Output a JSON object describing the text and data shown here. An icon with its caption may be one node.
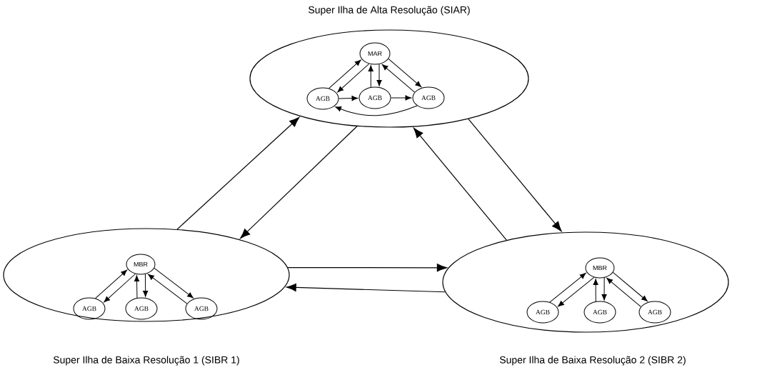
{
  "diagram": {
    "nodes": [
      {
        "text": [
          "Super Ilha de Alta Resolução (SIAR)"
        ]
      },
      {
        "text": [
          "MAR"
        ],
        "in": 0
      },
      {
        "text": [
          "AGB"
        ],
        "in": 0
      },
      {
        "text": [
          "AGB"
        ],
        "in": 0
      },
      {
        "text": [
          "AGB"
        ],
        "in": 0
      },
      {
        "text": [
          "Super Ilha de Baixa Resolução 1 (SIBR 1)"
        ]
      },
      {
        "text": [
          "MBR"
        ],
        "in": 5
      },
      {
        "text": [
          "AGB"
        ],
        "in": 5
      },
      {
        "text": [
          "AGB"
        ],
        "in": 5
      },
      {
        "text": [
          "AGB"
        ],
        "in": 5
      },
      {
        "text": [
          "Super Ilha de Baixa Resolução 2 (SIBR 2)"
        ]
      },
      {
        "text": [
          "MBR"
        ],
        "in": 10
      },
      {
        "text": [
          "AGB"
        ],
        "in": 10
      },
      {
        "text": [
          "AGB"
        ],
        "in": 10
      },
      {
        "text": [
          "AGB"
        ],
        "in": 10
      }
    ],
    "edges": [
      {
        "from": 2,
        "to": 1,
        "arrow": "to"
      },
      {
        "from": 1,
        "to": 2,
        "arrow": "to"
      },
      {
        "from": 1,
        "to": 3,
        "arrow": "to"
      },
      {
        "from": 3,
        "to": 1,
        "arrow": "to"
      },
      {
        "from": 1,
        "to": 4,
        "arrow": "to"
      },
      {
        "from": 4,
        "to": 1,
        "arrow": "to"
      },
      {
        "from": 2,
        "to": 3,
        "arrow": "to"
      },
      {
        "from": 3,
        "to": 4,
        "arrow": "to"
      },
      {
        "from": 4,
        "to": 2,
        "arrow": "to"
      },
      {
        "from": 7,
        "to": 6,
        "arrow": "to"
      },
      {
        "from": 6,
        "to": 7,
        "arrow": "to"
      },
      {
        "from": 6,
        "to": 8,
        "arrow": "to"
      },
      {
        "from": 8,
        "to": 6,
        "arrow": "to"
      },
      {
        "from": 6,
        "to": 9,
        "arrow": "to"
      },
      {
        "from": 9,
        "to": 6,
        "arrow": "to"
      },
      {
        "from": 12,
        "to": 11,
        "arrow": "to"
      },
      {
        "from": 11,
        "to": 12,
        "arrow": "to"
      },
      {
        "from": 11,
        "to": 13,
        "arrow": "to"
      },
      {
        "from": 13,
        "to": 11,
        "arrow": "to"
      },
      {
        "from": 11,
        "to": 14,
        "arrow": "to"
      },
      {
        "from": 14,
        "to": 11,
        "arrow": "to"
      },
      {
        "from": 0,
        "to": 5,
        "arrow": "to"
      },
      {
        "from": 5,
        "to": 0,
        "arrow": "to"
      },
      {
        "from": 0,
        "to": 10,
        "arrow": "to"
      },
      {
        "from": 10,
        "to": 0,
        "arrow": "to"
      },
      {
        "from": 5,
        "to": 10,
        "arrow": "to"
      },
      {
        "from": 10,
        "to": 5,
        "arrow": "to"
      }
    ]
  }
}
